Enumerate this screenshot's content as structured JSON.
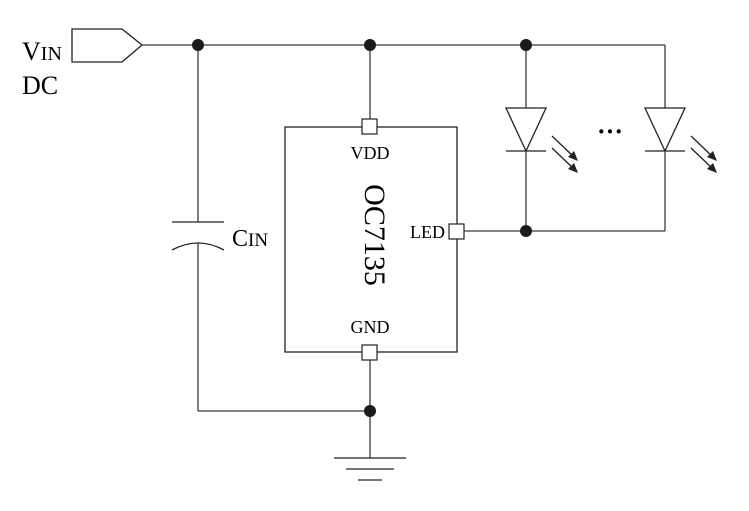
{
  "input_label": {
    "main": "V",
    "sub": "IN",
    "type": "DC"
  },
  "capacitor_label": {
    "main": "C",
    "sub": "IN"
  },
  "chip": {
    "name": "OC7135",
    "pin_vdd": "VDD",
    "pin_led": "LED",
    "pin_gnd": "GND"
  },
  "ellipsis": "···"
}
